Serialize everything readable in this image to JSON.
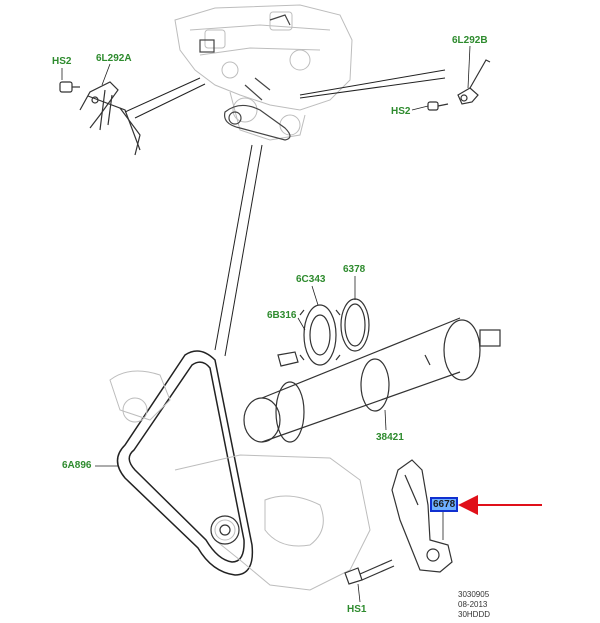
{
  "callouts": {
    "hs2_left": "HS2",
    "c6l292a": "6L292A",
    "c6l292b": "6L292B",
    "hs2_right": "HS2",
    "c6c343": "6C343",
    "c6378": "6378",
    "c6b316": "6B316",
    "c38421": "38421",
    "c6a896": "6A896",
    "c6k254": "6678",
    "hs1": "HS1"
  },
  "reference": {
    "number": "3030905",
    "date": "08-2013",
    "code": "30HDDD"
  },
  "colors": {
    "callout_text": "#2e8b2e",
    "highlight_fill": "#6fb0ff",
    "highlight_border": "#1030d0",
    "arrow": "#e0101a"
  }
}
